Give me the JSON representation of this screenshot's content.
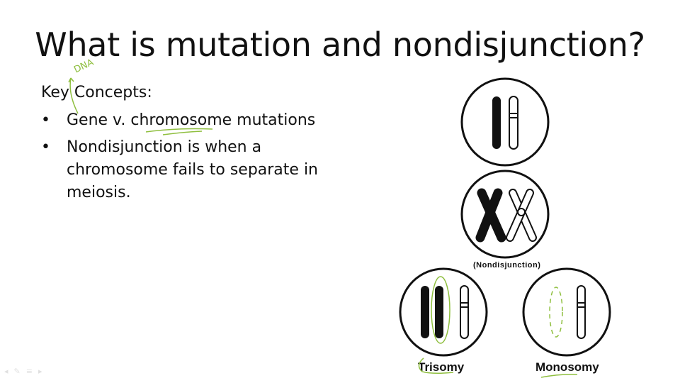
{
  "slide": {
    "title": "What is mutation and nondisjunction?",
    "section_label": "Key Concepts:",
    "bullets": [
      {
        "marker": "•",
        "text": "Gene v. chromosome mutations"
      },
      {
        "marker": "•",
        "text": "Nondisjunction is when a chromosome fails to separate in meiosis."
      }
    ]
  },
  "diagram": {
    "label_middle": "(Nondisjunction)",
    "label_left": "Trisomy",
    "label_right": "Monosomy"
  },
  "annotations": {
    "handwritten_note": "DNA",
    "ink_color": "#8fbf3f"
  },
  "controls": {
    "prev": "◂",
    "pen": "✎",
    "menu": "≡",
    "next": "▸"
  }
}
